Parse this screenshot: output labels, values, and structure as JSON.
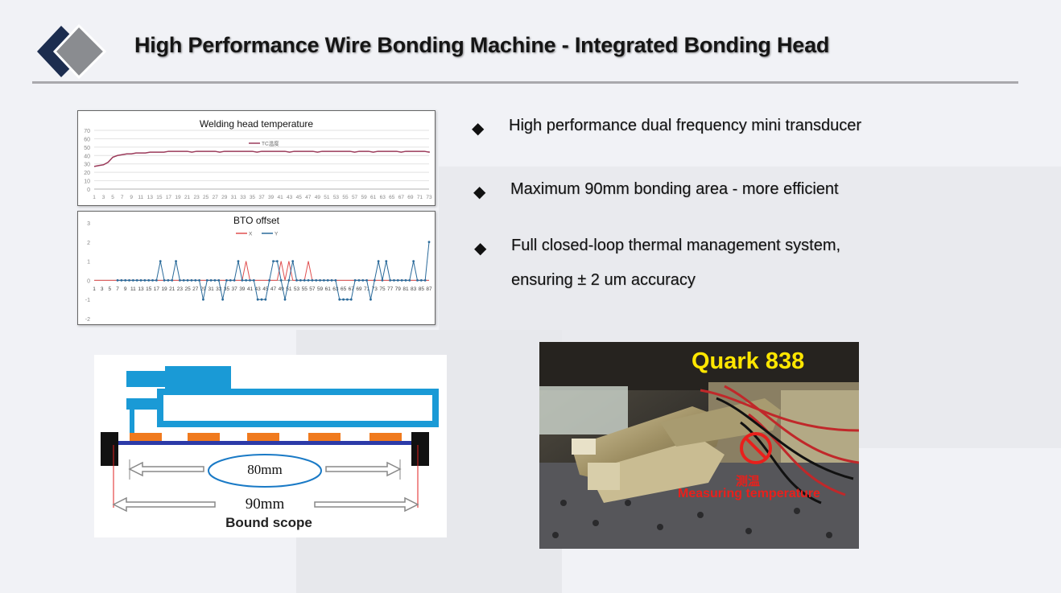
{
  "header": {
    "title": "High Performance Wire Bonding Machine - Integrated Bonding Head"
  },
  "colors": {
    "temp_line": "#9b3a5a",
    "bto_x": "#e05050",
    "bto_y": "#2a6a9a",
    "diagram_blue": "#1a9ad6",
    "diagram_pad": "#f07a1e",
    "label_yellow": "#ffe600",
    "label_red": "#e8201c"
  },
  "bullets": [
    {
      "icon": "diamond-bullet-icon",
      "text": "High performance dual frequency mini transducer"
    },
    {
      "icon": "diamond-bullet-icon",
      "text": "Maximum 90mm bonding area - more efficient"
    },
    {
      "icon": "diamond-bullet-icon",
      "text": "Full closed-loop thermal management system,"
    },
    {
      "icon": "",
      "text": "ensuring ± 2 um accuracy"
    }
  ],
  "chart_data": [
    {
      "type": "line",
      "title": "Welding head temperature",
      "legend": [
        "TC温度"
      ],
      "legend_position": "top-center",
      "ylim": [
        0,
        70
      ],
      "yticks": [
        0,
        10,
        20,
        30,
        40,
        50,
        60,
        70
      ],
      "grid": true,
      "xticks": [
        "1",
        "3",
        "5",
        "7",
        "9",
        "11",
        "13",
        "15",
        "17",
        "19",
        "21",
        "23",
        "25",
        "27",
        "29",
        "31",
        "33",
        "35",
        "37",
        "39",
        "41",
        "43",
        "45",
        "47",
        "49",
        "51",
        "53",
        "55",
        "57",
        "59",
        "61",
        "63",
        "65",
        "67",
        "69",
        "71",
        "73"
      ],
      "series": [
        {
          "name": "TC温度",
          "x_start": 1,
          "values": [
            27,
            28,
            29,
            32,
            38,
            40,
            41,
            42,
            42,
            43,
            43,
            43,
            44,
            44,
            44,
            44,
            45,
            45,
            45,
            45,
            45,
            44,
            45,
            45,
            45,
            45,
            45,
            44,
            45,
            45,
            45,
            45,
            45,
            45,
            45,
            44,
            45,
            45,
            45,
            45,
            45,
            45,
            44,
            45,
            45,
            45,
            45,
            45,
            44,
            45,
            45,
            45,
            45,
            45,
            45,
            45,
            44,
            45,
            45,
            45,
            44,
            45,
            45,
            45,
            45,
            45,
            44,
            45,
            45,
            45,
            45,
            45,
            44,
            45
          ]
        }
      ]
    },
    {
      "type": "line",
      "title": "BTO offset",
      "legend": [
        "X",
        "Y"
      ],
      "legend_position": "top-center",
      "ylim": [
        -2,
        3
      ],
      "yticks": [
        -2,
        -1,
        0,
        1,
        2,
        3
      ],
      "xticks": [
        "1",
        "3",
        "5",
        "7",
        "9",
        "11",
        "13",
        "15",
        "17",
        "19",
        "21",
        "23",
        "25",
        "27",
        "29",
        "31",
        "33",
        "35",
        "37",
        "39",
        "41",
        "43",
        "45",
        "47",
        "49",
        "51",
        "53",
        "55",
        "57",
        "59",
        "61",
        "63",
        "65",
        "67",
        "69",
        "71",
        "73",
        "75",
        "77",
        "79",
        "81",
        "83",
        "85",
        "87"
      ],
      "series": [
        {
          "name": "X",
          "x_start": 1,
          "values": [
            0,
            0,
            0,
            0,
            0,
            0,
            0,
            0,
            0,
            0,
            0,
            0,
            0,
            0,
            0,
            0,
            0,
            0,
            0,
            0,
            0,
            0,
            0,
            0,
            0,
            0,
            0,
            0,
            0,
            0,
            0,
            0,
            0,
            0,
            0,
            0,
            0,
            0,
            0,
            1,
            0,
            0,
            0,
            0,
            0,
            0,
            0,
            0,
            1,
            0,
            1,
            0,
            0,
            0,
            0,
            1,
            0,
            0,
            0,
            0,
            0,
            0,
            0,
            0,
            0,
            0,
            0,
            0,
            0,
            0,
            0,
            0,
            0,
            0,
            0,
            0,
            0,
            0,
            0,
            0,
            0,
            0,
            0,
            0,
            0,
            0,
            0
          ]
        },
        {
          "name": "Y",
          "x_start": 7,
          "values": [
            0,
            0,
            0,
            0,
            0,
            0,
            0,
            0,
            0,
            0,
            0,
            1,
            0,
            0,
            0,
            1,
            0,
            0,
            0,
            0,
            0,
            0,
            -1,
            0,
            0,
            0,
            0,
            -1,
            0,
            0,
            0,
            1,
            0,
            0,
            0,
            0,
            -1,
            -1,
            -1,
            0,
            1,
            1,
            0,
            -1,
            0,
            1,
            0,
            0,
            0,
            0,
            0,
            0,
            0,
            0,
            0,
            0,
            0,
            -1,
            -1,
            -1,
            -1,
            0,
            0,
            0,
            0,
            -1,
            0,
            1,
            0,
            1,
            0,
            0,
            0,
            0,
            0,
            0,
            1,
            0,
            0,
            0,
            2
          ]
        }
      ]
    }
  ],
  "diagram": {
    "inner_label": "80mm",
    "outer_label": "90mm",
    "caption": "Bound scope"
  },
  "photo": {
    "title": "Quark 838",
    "label_cn": "测温",
    "label_en": "Measuring temperature"
  }
}
